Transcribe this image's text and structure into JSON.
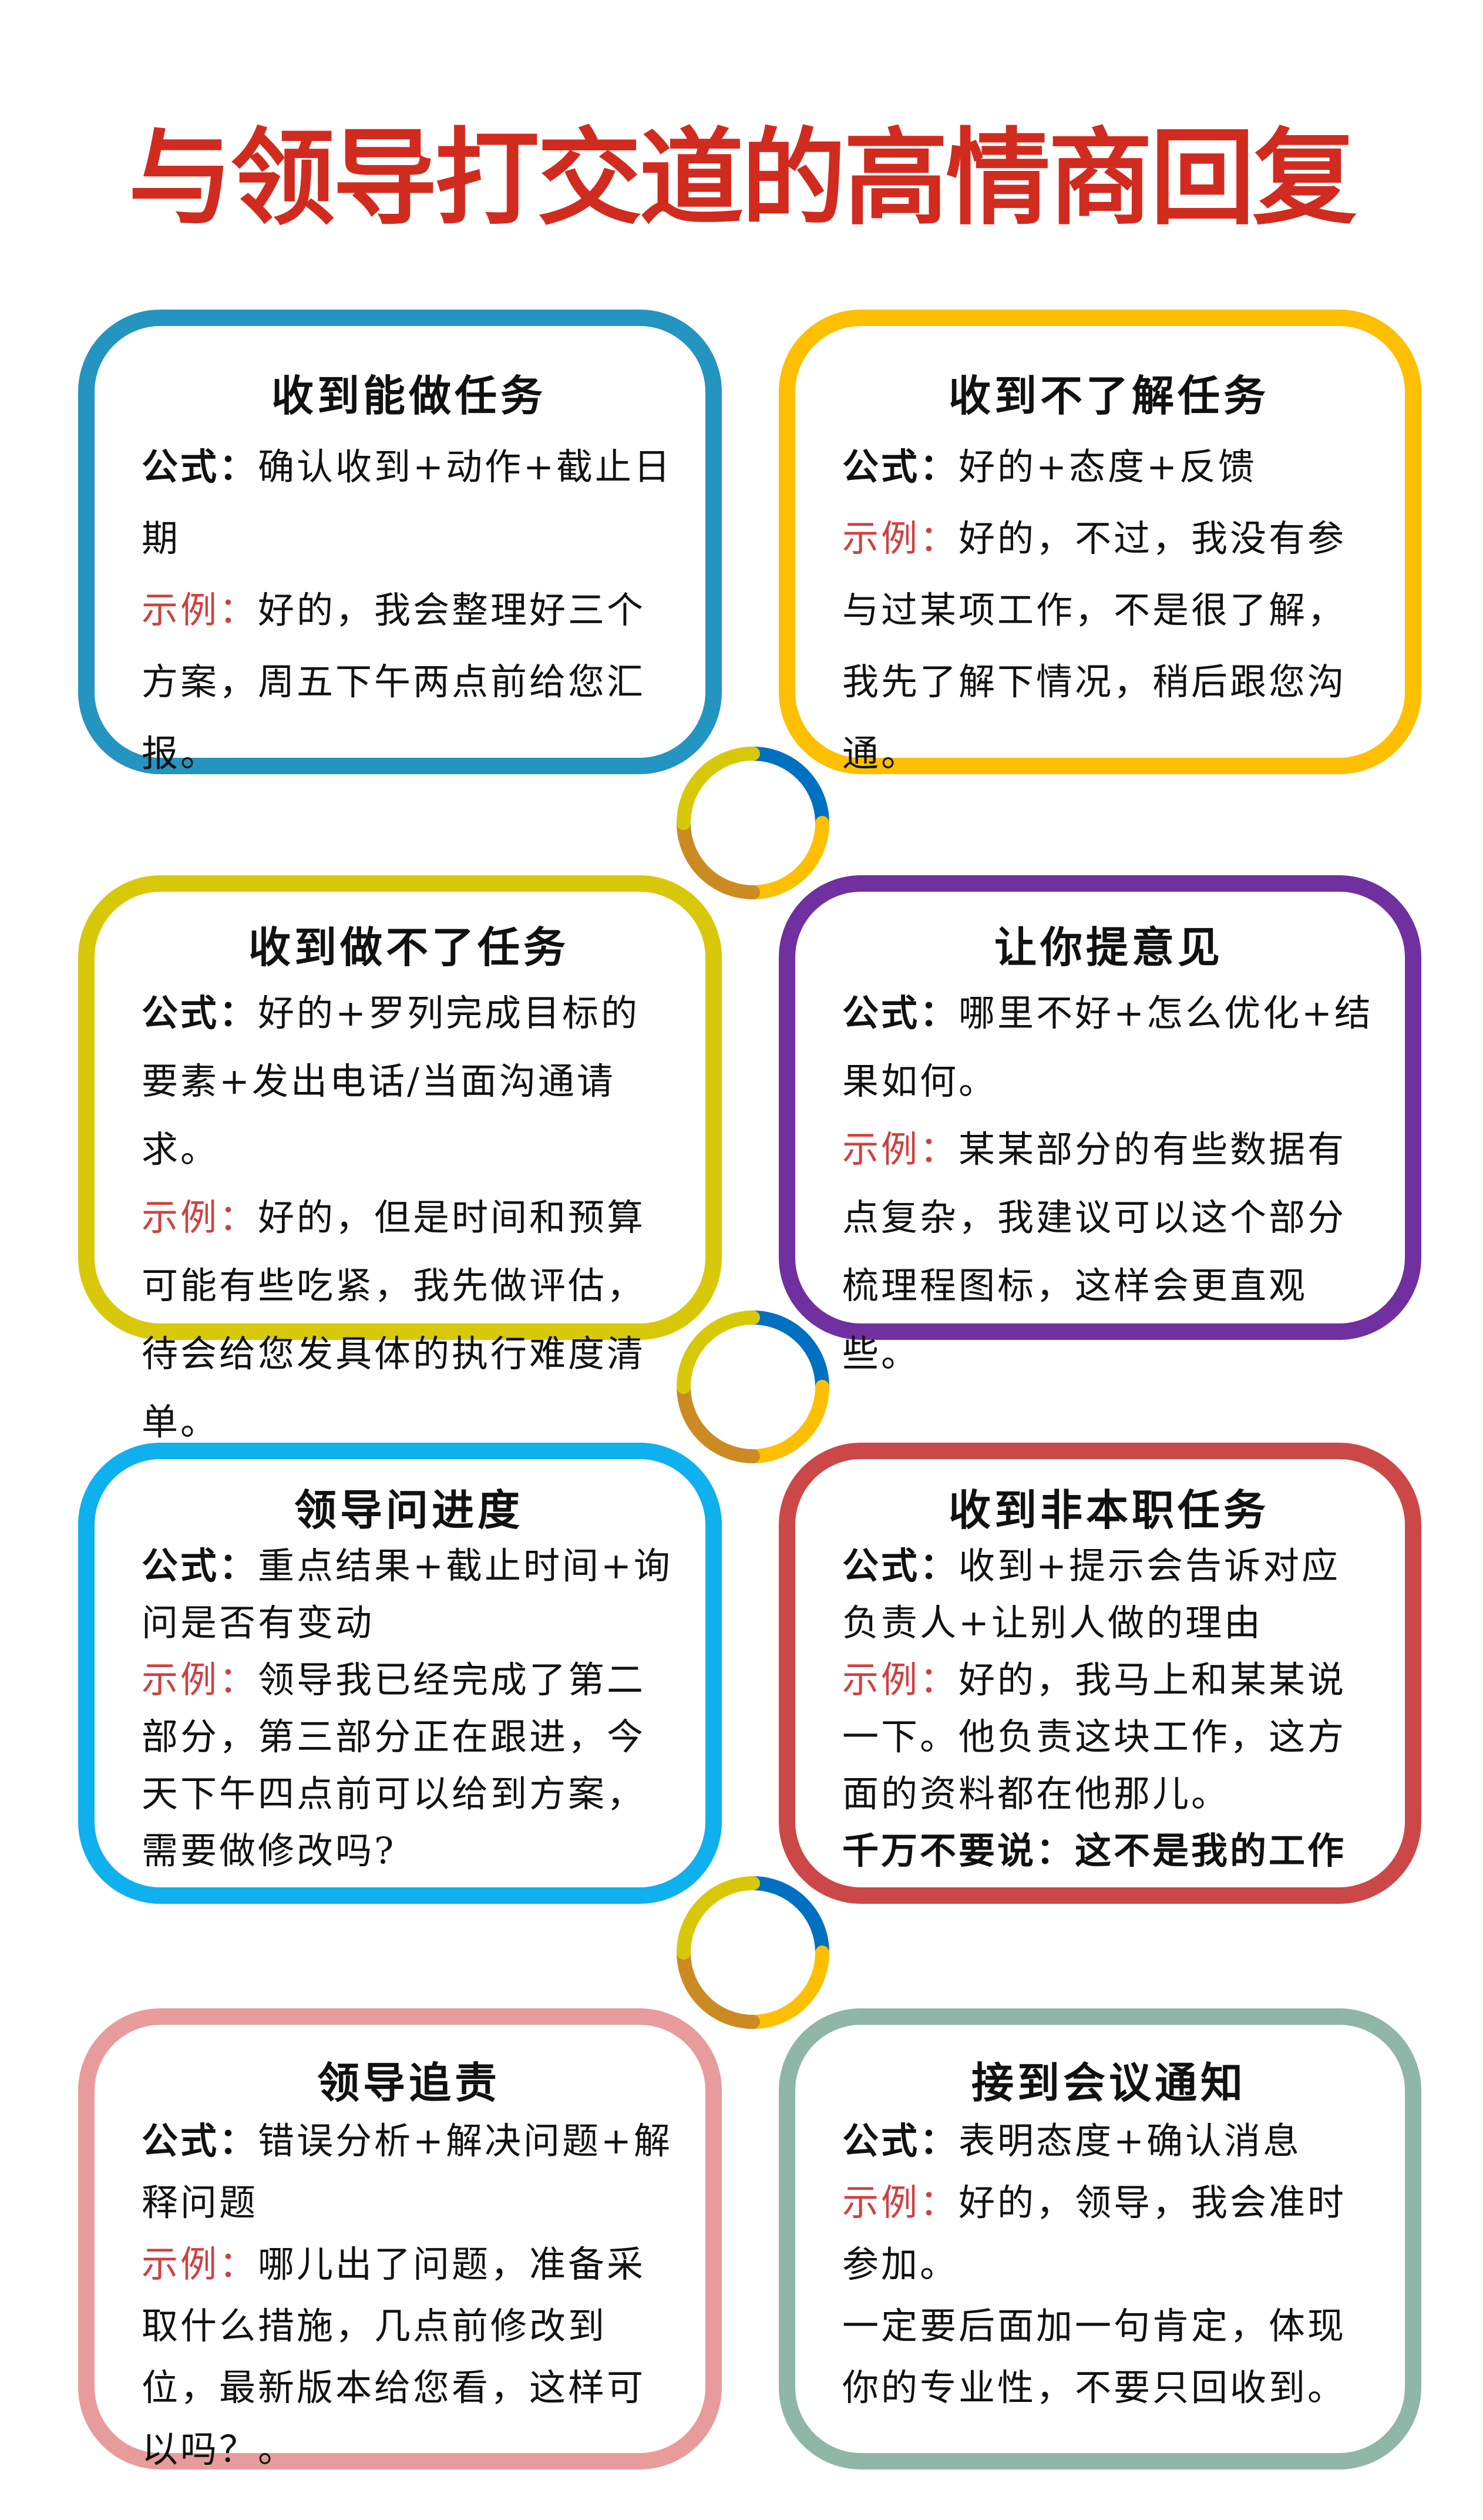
{
  "title": "与领导打交道的高情商回复",
  "labels": {
    "formula": "公式：",
    "example": "示例："
  },
  "colors": {
    "title": "#d12b1f",
    "example_label": "#d04040"
  },
  "cards": [
    {
      "heading": "收到能做任务",
      "border": "#2494c0",
      "formula": "确认收到+动作+截止日期",
      "example": "好的，我会整理好三个方案，周五下午两点前给您汇报。"
    },
    {
      "heading": "收到不了解任务",
      "border": "#fdbf00",
      "formula": "好的+态度+反馈",
      "example": "好的，不过，我没有参与过某项工作，不是很了解，我先了解下情况，稍后跟您沟通。"
    },
    {
      "heading": "收到做不了任务",
      "border": "#d8c80a",
      "formula": "好的+罗列完成目标的要素+发出电话/当面沟通请求。",
      "example": "好的，但是时间和预算可能有些吃紧，我先做评估，待会给您发具体的执行难度清单。"
    },
    {
      "heading": "让你提意见",
      "border": "#7030a0",
      "formula": "哪里不好+怎么优化+结果如何。",
      "example": "某某部分的有些数据有点复杂，我建议可以这个部分梳理程图标，这样会更直观些。"
    },
    {
      "heading": "领导问进度",
      "border": "#0eb0ee",
      "formula": "重点结果+截止时间+询问是否有变动",
      "example": "领导我已经完成了第二部分，第三部分正在跟进，今天下午四点前可以给到方案，需要做修改吗?"
    },
    {
      "heading": "收到非本职任务",
      "border": "#cc4848",
      "formula": "收到+提示会告诉对应负责人+让别人做的理由",
      "example": "好的，我马上和某某说一下。他负责这块工作，这方面的资料都在他那儿。",
      "note": "千万不要说：这不是我的工作"
    },
    {
      "heading": "领导追责",
      "border": "#e89b9b",
      "formula": "错误分析+解决问题+解释问题",
      "example": "哪儿出了问题，准备采取什么措施，几点前修改到位，最新版本给您看，这样可以吗？。"
    },
    {
      "heading": "接到会议通知",
      "border": "#8fb6a6",
      "formula": "表明态度+确认消息",
      "example": "好的，领导，我会准时参加。",
      "note": "一定要后面加一句肯定，体现你的专业性，不要只回收到。"
    }
  ],
  "ring_colors": [
    "#0070c0",
    "#fdbf00",
    "#cc8b22",
    "#d8c80a"
  ]
}
